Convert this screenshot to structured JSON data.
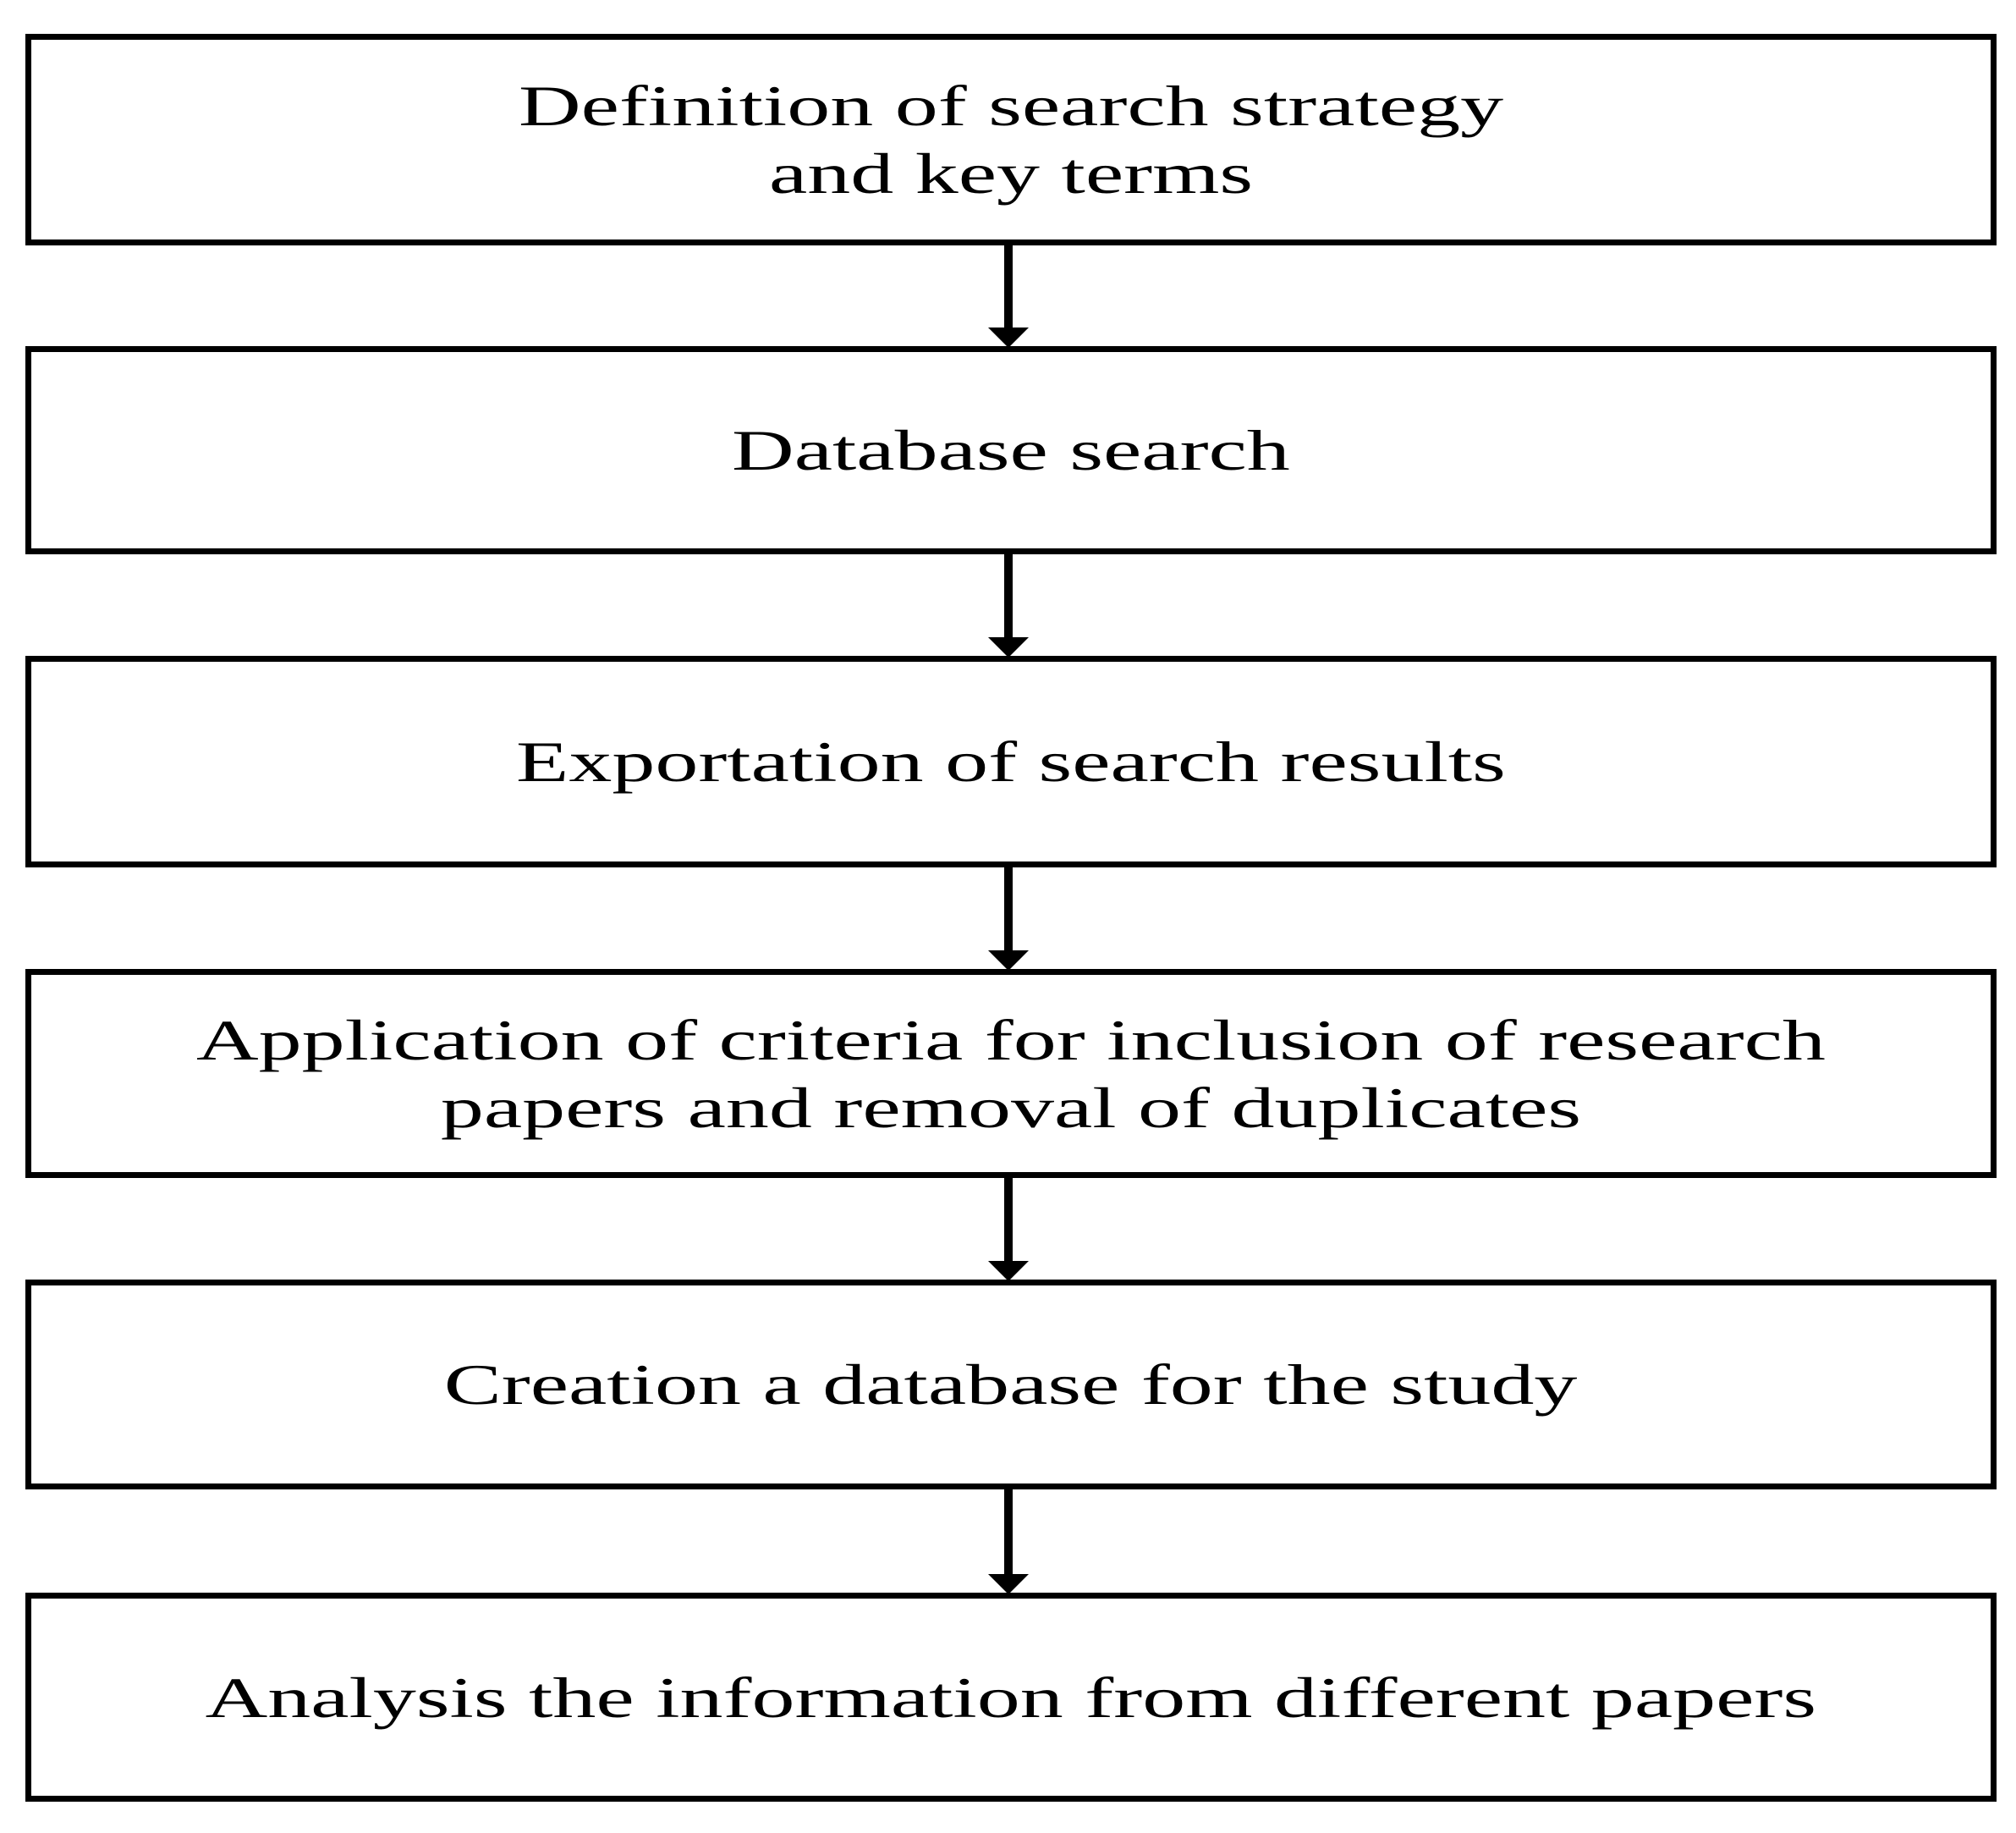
{
  "figure": {
    "type": "flowchart",
    "direction": "top-down",
    "steps": [
      {
        "id": 1,
        "label": "Definition of search strategy\nand key terms"
      },
      {
        "id": 2,
        "label": "Database search"
      },
      {
        "id": 3,
        "label": "Exportation of search results"
      },
      {
        "id": 4,
        "label": "Application of criteria for inclusion of research\npapers and removal of duplicates"
      },
      {
        "id": 5,
        "label": "Creation a database for the study"
      },
      {
        "id": 6,
        "label": "Analysis the information from different papers"
      }
    ],
    "connections": [
      {
        "from": 1,
        "to": 2
      },
      {
        "from": 2,
        "to": 3
      },
      {
        "from": 3,
        "to": 4
      },
      {
        "from": 4,
        "to": 5
      },
      {
        "from": 5,
        "to": 6
      }
    ],
    "colors": {
      "background": "#ffffff",
      "box_fill": "#ffffff",
      "box_border": "#000000",
      "text": "#000000",
      "arrow": "#000000"
    }
  }
}
